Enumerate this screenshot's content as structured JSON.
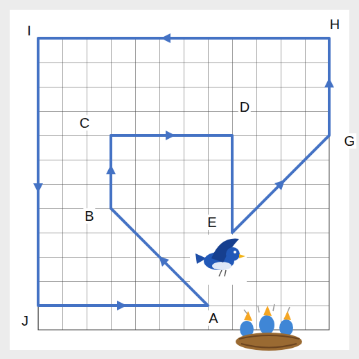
{
  "diagram": {
    "labels": [
      "I",
      "H",
      "C",
      "D",
      "G",
      "B",
      "E",
      "A",
      "J"
    ]
  }
}
